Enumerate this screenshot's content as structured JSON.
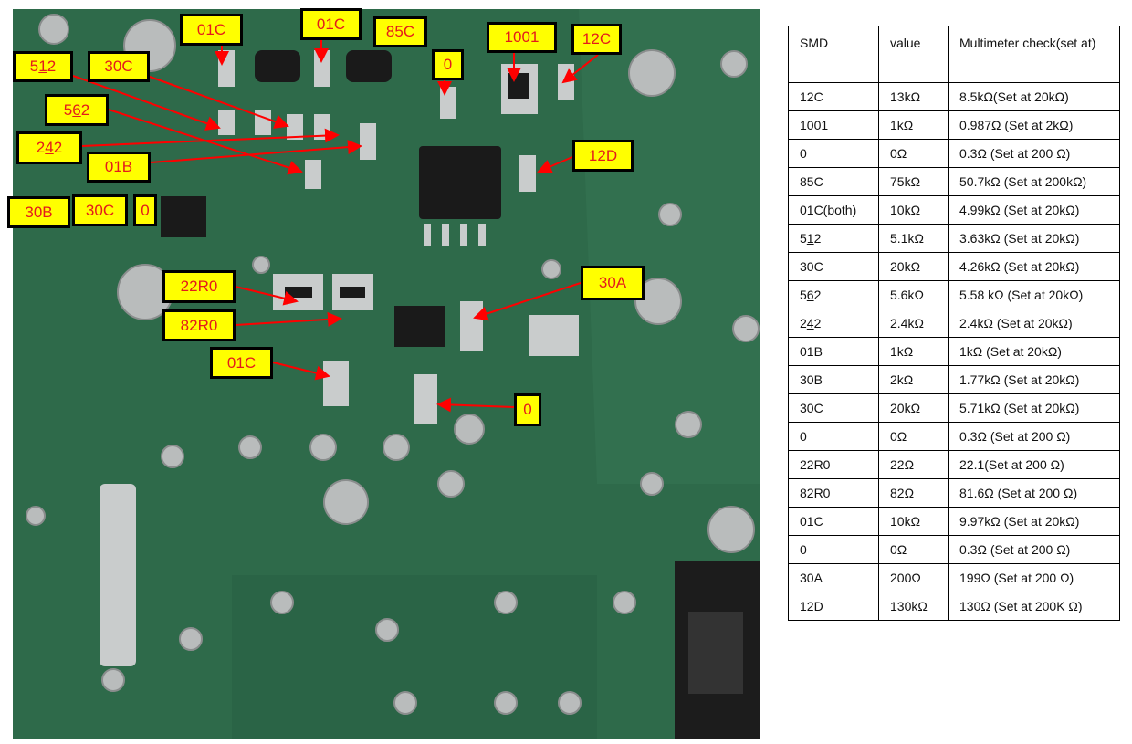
{
  "labels": [
    {
      "text": "01C",
      "ul": -1
    },
    {
      "text": "01C",
      "ul": -1
    },
    {
      "text": "85C",
      "ul": -1
    },
    {
      "text": "0",
      "ul": -1
    },
    {
      "text": "1001",
      "ul": -1
    },
    {
      "text": "12C",
      "ul": -1
    },
    {
      "text": "512",
      "ul": 1
    },
    {
      "text": "30C",
      "ul": -1
    },
    {
      "text": "562",
      "ul": 1
    },
    {
      "text": "242",
      "ul": 1
    },
    {
      "text": "01B",
      "ul": -1
    },
    {
      "text": "12D",
      "ul": -1
    },
    {
      "text": "30B",
      "ul": -1
    },
    {
      "text": "30C",
      "ul": -1
    },
    {
      "text": "0",
      "ul": -1
    },
    {
      "text": "22R0",
      "ul": -1
    },
    {
      "text": "82R0",
      "ul": -1
    },
    {
      "text": "30A",
      "ul": -1
    },
    {
      "text": "01C",
      "ul": -1
    },
    {
      "text": "0",
      "ul": -1
    }
  ],
  "colors": {
    "label_bg": "#ffff00",
    "label_text": "#e41b1b",
    "arrow": "#ff0000",
    "pcb": "#2e6a4a"
  },
  "table": {
    "headers": [
      "SMD",
      "value",
      "Multimeter check(set at)"
    ],
    "rows": [
      {
        "smd": "12C",
        "ul": -1,
        "value": "13kΩ",
        "check": "8.5kΩ(Set at 20kΩ)"
      },
      {
        "smd": "1001",
        "ul": -1,
        "value": "1kΩ",
        "check": "0.987Ω (Set at 2kΩ)"
      },
      {
        "smd": "0",
        "ul": -1,
        "value": "0Ω",
        "check": "0.3Ω (Set at 200 Ω)"
      },
      {
        "smd": "85C",
        "ul": -1,
        "value": "75kΩ",
        "check": "50.7kΩ (Set at 200kΩ)"
      },
      {
        "smd": "01C(both)",
        "ul": -1,
        "value": "10kΩ",
        "check": "4.99kΩ (Set at 20kΩ)"
      },
      {
        "smd": "512",
        "ul": 1,
        "value": "5.1kΩ",
        "check": "3.63kΩ (Set at 20kΩ)"
      },
      {
        "smd": "30C",
        "ul": -1,
        "value": "20kΩ",
        "check": "4.26kΩ (Set at 20kΩ)"
      },
      {
        "smd": "562",
        "ul": 1,
        "value": "5.6kΩ",
        "check": "5.58 kΩ (Set at 20kΩ)"
      },
      {
        "smd": "242",
        "ul": 1,
        "value": "2.4kΩ",
        "check": "2.4kΩ (Set at 20kΩ)"
      },
      {
        "smd": "01B",
        "ul": -1,
        "value": "1kΩ",
        "check": "1kΩ (Set at 20kΩ)"
      },
      {
        "smd": "30B",
        "ul": -1,
        "value": "2kΩ",
        "check": "1.77kΩ (Set at 20kΩ)"
      },
      {
        "smd": "30C",
        "ul": -1,
        "value": "20kΩ",
        "check": "5.71kΩ (Set at 20kΩ)"
      },
      {
        "smd": "0",
        "ul": -1,
        "value": "0Ω",
        "check": "0.3Ω (Set at 200 Ω)"
      },
      {
        "smd": "22R0",
        "ul": -1,
        "value": "22Ω",
        "check": "22.1(Set at 200 Ω)"
      },
      {
        "smd": "82R0",
        "ul": -1,
        "value": "82Ω",
        "check": "81.6Ω (Set at 200 Ω)"
      },
      {
        "smd": "01C",
        "ul": -1,
        "value": "10kΩ",
        "check": "9.97kΩ (Set at 20kΩ)"
      },
      {
        "smd": "0",
        "ul": -1,
        "value": "0Ω",
        "check": "0.3Ω (Set at 200 Ω)"
      },
      {
        "smd": "30A",
        "ul": -1,
        "value": "200Ω",
        "check": "199Ω (Set at 200 Ω)"
      },
      {
        "smd": "12D",
        "ul": -1,
        "value": "130kΩ",
        "check": "130Ω (Set at 200K Ω)"
      }
    ]
  }
}
